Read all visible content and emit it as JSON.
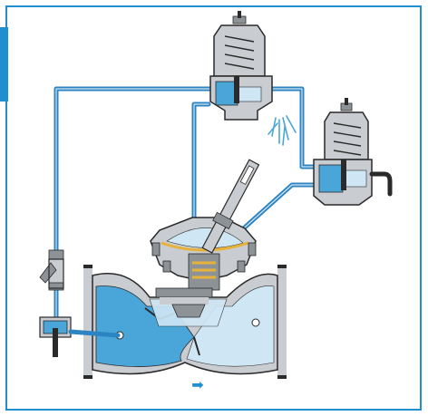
{
  "figure": {
    "frame_color": "#1f8fd0",
    "side_tab_color": "#1f8fd0",
    "water_color": "#4aa6d8",
    "water_light_color": "#cfe7f4",
    "metal_color": "#c9ccd0",
    "metal_dark_color": "#8d9296",
    "pipe_color": "#2c84c2",
    "outline_color": "#2a2a2a",
    "diaphragm_color": "#e6b23a",
    "flow_arrow_color": "#1f8fd0",
    "flow_arrow_glyph": "➡"
  },
  "components": [
    {
      "id": "main-valve",
      "icon": "diaphragm-valve-body"
    },
    {
      "id": "pilot-valve-top",
      "icon": "pressure-pilot-valve"
    },
    {
      "id": "pilot-valve-right",
      "icon": "pressure-pilot-valve"
    },
    {
      "id": "strainer",
      "icon": "y-strainer"
    },
    {
      "id": "isolation-cock",
      "icon": "ball-valve"
    },
    {
      "id": "relief-spray",
      "icon": "water-spray"
    },
    {
      "id": "flow-direction",
      "icon": "arrow-right-icon"
    }
  ]
}
